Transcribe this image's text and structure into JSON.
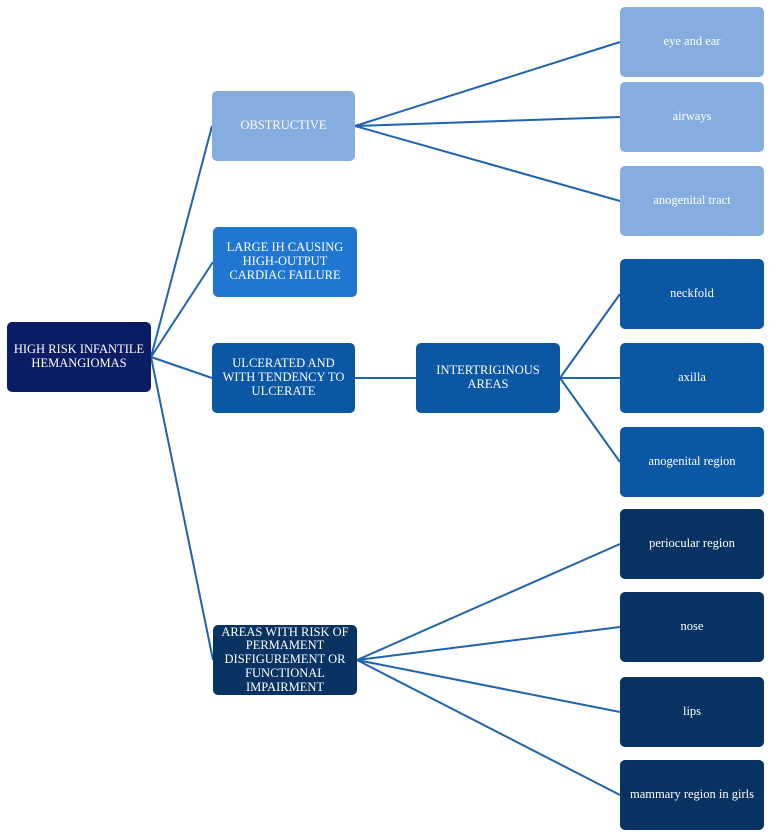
{
  "colors": {
    "line": "#1f63ad",
    "light_blue": "#85ade0",
    "medium_blue": "#1f77d1",
    "blue": "#0b57a4",
    "dark_blue": "#073261",
    "navy": "#0a1c63"
  },
  "nodes": {
    "root": "HIGH RISK INFANTILE\nHEMANGIOMAS",
    "obstructive": "OBSTRUCTIVE",
    "large": "LARGE IH CAUSING\nHIGH-OUTPUT\nCARDIAC FAILURE",
    "ulcer": "ULCERATED AND\nWITH TENDENCY TO\nULCERATE",
    "areas": "AREAS WITH RISK OF\nPERMAMENT\nDISFIGUREMENT OR\nFUNCTIONAL\nIMPAIRMENT",
    "inter": "INTERTRIGINOUS\nAREAS",
    "eye": "eye and ear",
    "airways": "airways",
    "anogenital_tract": "anogenital tract",
    "neckfold": "neckfold",
    "axilla": "axilla",
    "anogenital_region": "anogenital region",
    "periocular": "periocular region",
    "nose": "nose",
    "lips": "lips",
    "mammary": "mammary region in girls"
  },
  "edges": [
    [
      "root",
      "obstructive"
    ],
    [
      "root",
      "large"
    ],
    [
      "root",
      "ulcer"
    ],
    [
      "root",
      "areas"
    ],
    [
      "obstructive",
      "eye"
    ],
    [
      "obstructive",
      "airways"
    ],
    [
      "obstructive",
      "anogenital_tract"
    ],
    [
      "ulcer",
      "inter"
    ],
    [
      "inter",
      "neckfold"
    ],
    [
      "inter",
      "axilla"
    ],
    [
      "inter",
      "anogenital_region"
    ],
    [
      "areas",
      "periocular"
    ],
    [
      "areas",
      "nose"
    ],
    [
      "areas",
      "lips"
    ],
    [
      "areas",
      "mammary"
    ]
  ]
}
